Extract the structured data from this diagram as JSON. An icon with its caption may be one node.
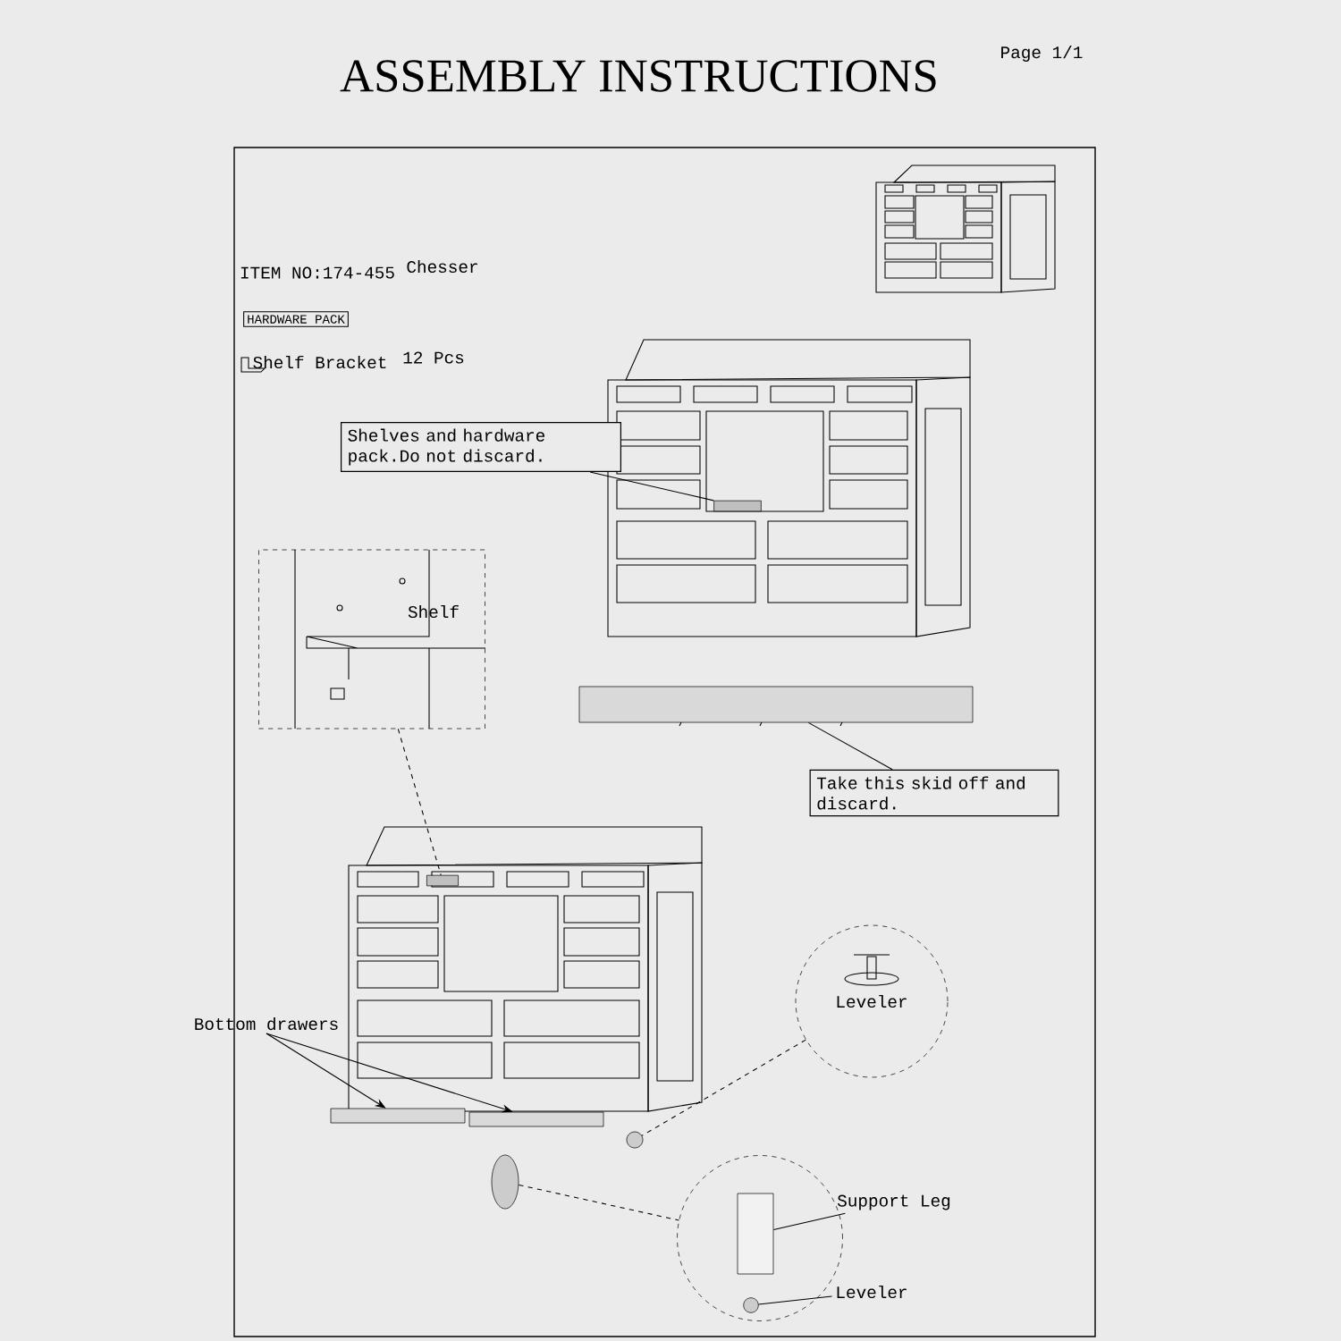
{
  "diagram": {
    "title": "ASSEMBLY INSTRUCTIONS",
    "nodes": [
      {
        "text": [
          "Shelves and hardware pack.Do not discard."
        ]
      },
      {
        "text": [],
        "shape": "box"
      },
      {
        "text": [
          "Take this skid off and discard."
        ]
      },
      {
        "text": [],
        "shape": "bar"
      },
      {
        "text": [
          "Bottom drawers"
        ]
      },
      {
        "text": [],
        "shape": "bar"
      },
      {
        "text": [],
        "shape": "bar"
      },
      {
        "text": [
          "Leveler"
        ]
      },
      {
        "text": [],
        "shape": "circle"
      },
      {
        "text": [
          "Support Leg"
        ]
      },
      {
        "text": [],
        "shape": "box",
        "in": 14
      },
      {
        "text": [
          "Leveler"
        ]
      },
      {
        "text": [],
        "shape": "circle",
        "in": 14
      },
      {
        "text": [],
        "shape": "circle"
      },
      {
        "text": [],
        "shape": "circle"
      },
      {
        "text": [],
        "shape": "box"
      },
      {
        "text": [],
        "shape": "box"
      },
      {
        "text": [
          "HARDWARE PACK"
        ]
      }
    ],
    "edges": [
      {
        "from": 0,
        "to": 1,
        "arrow": "none"
      },
      {
        "from": 2,
        "to": 3,
        "arrow": "none"
      },
      {
        "from": 4,
        "to": 5,
        "arrow": "to"
      },
      {
        "from": 4,
        "to": 6,
        "arrow": "to"
      },
      {
        "from": 7,
        "to": 8,
        "arrow": "none",
        "style": "dashed"
      },
      {
        "from": 9,
        "to": 10,
        "arrow": "none"
      },
      {
        "from": 11,
        "to": 12,
        "arrow": "none"
      },
      {
        "from": 13,
        "to": 14,
        "arrow": "none",
        "style": "dashed"
      },
      {
        "from": 15,
        "to": 16,
        "arrow": "none",
        "style": "dashed"
      }
    ],
    "labels": [
      "Page 1/1",
      "ITEM NO:174-455",
      "Chesser",
      "Shelf Bracket",
      "12 Pcs",
      "Shelf"
    ]
  }
}
